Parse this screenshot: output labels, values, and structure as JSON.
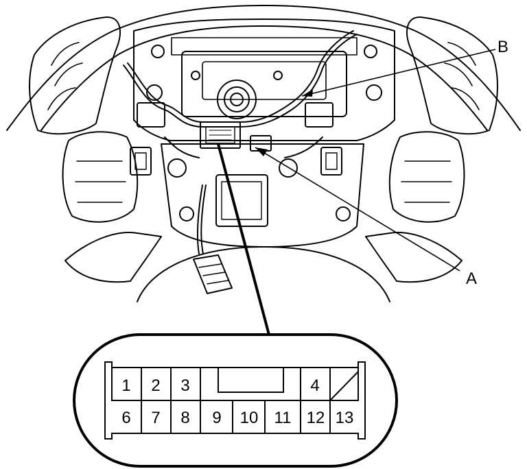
{
  "callouts": {
    "a": "A",
    "b": "B"
  },
  "connector": {
    "top_row": [
      "1",
      "2",
      "3",
      "4"
    ],
    "bottom_row": [
      "6",
      "7",
      "8",
      "9",
      "10",
      "11",
      "12",
      "13"
    ]
  },
  "colors": {
    "line": "#000000",
    "background": "#ffffff"
  }
}
